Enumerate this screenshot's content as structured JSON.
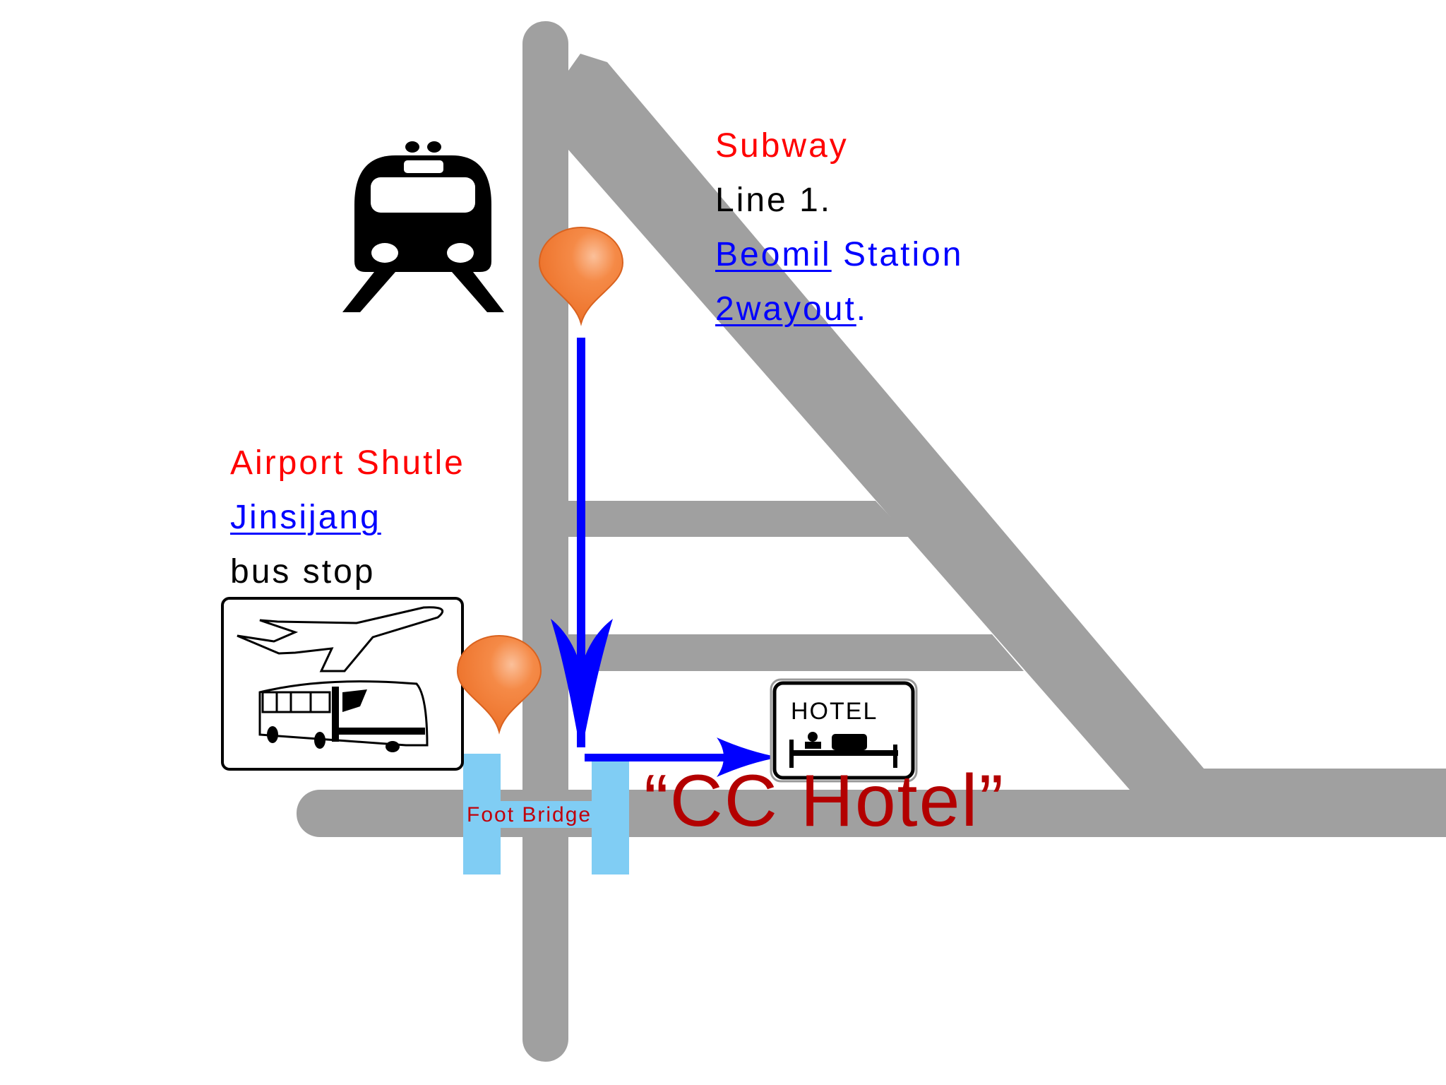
{
  "map": {
    "colors": {
      "road": "#a0a0a0",
      "route_arrow": "#0000ff",
      "foot_bridge": "#80cdf4",
      "pin": "#f07a35",
      "hotel_title": "#b30000",
      "heading_red": "#ff0000",
      "link_blue": "#0000ff",
      "background": "#ffffff"
    },
    "subway": {
      "heading": "Subway",
      "line": "Line 1.",
      "station_name": "Beomil",
      "station_suffix": " Station",
      "exit_name": "2wayout",
      "exit_suffix": ".",
      "icon": "train-icon"
    },
    "airport_shuttle": {
      "heading": "Airport Shutle",
      "stop_name": "Jinsijang",
      "stop_suffix": "bus stop",
      "icon": "airport-bus-icon"
    },
    "foot_bridge": {
      "label": "Foot Bridge"
    },
    "hotel": {
      "sign_text": "HOTEL",
      "title": "“CC Hotel”",
      "icon": "hotel-bed-icon"
    },
    "pins": [
      {
        "name": "subway-exit-pin"
      },
      {
        "name": "bus-stop-pin"
      }
    ]
  }
}
